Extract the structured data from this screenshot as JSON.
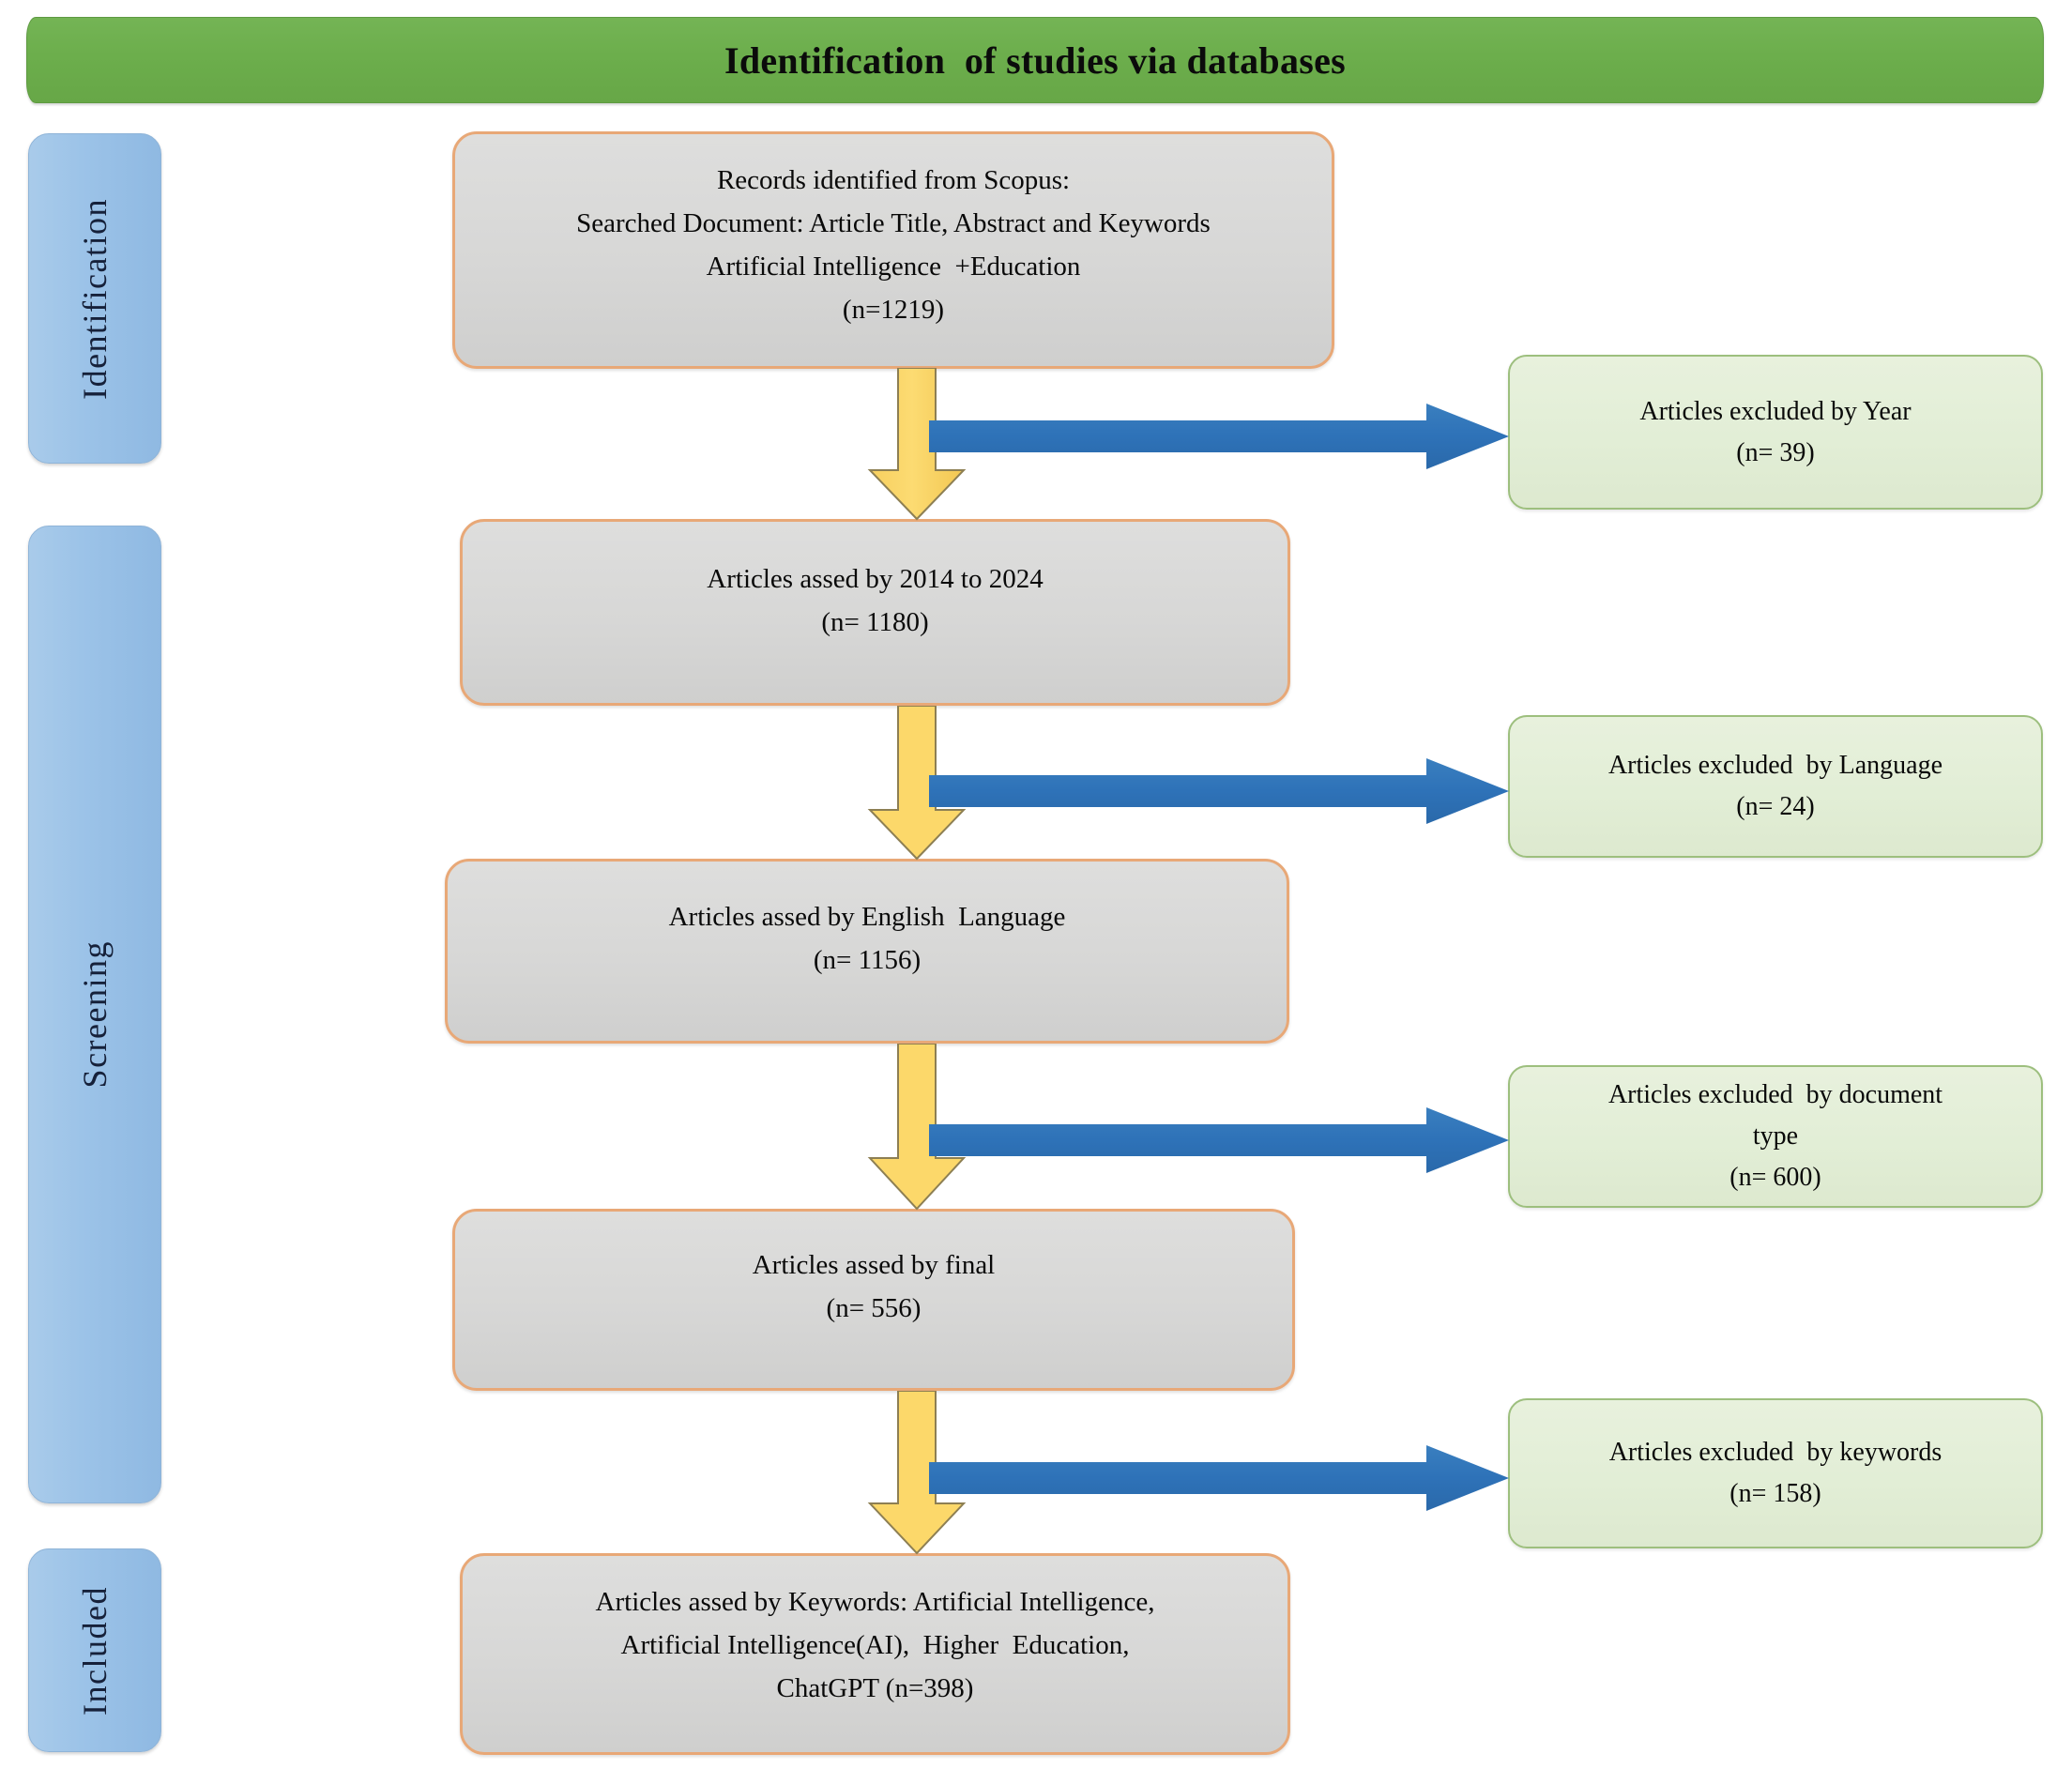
{
  "header": {
    "title": "Identification  of studies via databases",
    "color": "#6cae4c"
  },
  "colors": {
    "header_green": "#6cae4c",
    "stage_blue": "#9cc3e8",
    "process_grey": "#d7d7d6",
    "process_border_orange": "#e8a877",
    "exclusion_green_fill": "#e2eed6",
    "exclusion_green_border": "#9dbf7e",
    "arrow_yellow": "#fcd86a",
    "arrow_blue": "#2e72b8"
  },
  "stages": [
    {
      "label": "Identification",
      "name": "stage-identification"
    },
    {
      "label": "Screening",
      "name": "stage-screening"
    },
    {
      "label": "Included",
      "name": "stage-included"
    }
  ],
  "process_boxes": [
    {
      "name": "records-identified-box",
      "lines": [
        "Records identified from Scopus:",
        "Searched Document: Article Title, Abstract and Keywords",
        "Artificial Intelligence  +Education",
        "(n=1219)"
      ],
      "n": 1219
    },
    {
      "name": "articles-by-year-box",
      "lines": [
        "Articles assed by 2014 to 2024",
        "(n= 1180)"
      ],
      "n": 1180
    },
    {
      "name": "articles-by-english-language-box",
      "lines": [
        "Articles assed by English  Language",
        "(n= 1156)"
      ],
      "n": 1156
    },
    {
      "name": "articles-final-box",
      "lines": [
        "Articles assed by final",
        "(n= 556)"
      ],
      "n": 556
    },
    {
      "name": "articles-by-keywords-box",
      "lines": [
        "Articles assed by Keywords: Artificial Intelligence,",
        "Artificial Intelligence(AI),  Higher  Education,",
        "ChatGPT (n=398)"
      ],
      "n": 398
    }
  ],
  "exclusion_boxes": [
    {
      "name": "excluded-by-year-box",
      "lines": [
        "Articles excluded by Year",
        "(n= 39)"
      ],
      "n": 39
    },
    {
      "name": "excluded-by-language-box",
      "lines": [
        "Articles excluded  by Language",
        "(n= 24)"
      ],
      "n": 24
    },
    {
      "name": "excluded-by-document-type-box",
      "lines": [
        "Articles excluded  by document",
        "type",
        "(n= 600)"
      ],
      "n": 600
    },
    {
      "name": "excluded-by-keywords-box",
      "lines": [
        "Articles excluded  by keywords",
        "(n= 158)"
      ],
      "n": 158
    }
  ],
  "chart_data": {
    "type": "diagram",
    "title": "Identification  of studies via databases",
    "flow": [
      {
        "step": "Records identified from Scopus",
        "n": 1219
      },
      {
        "step": "Articles assed by 2014 to 2024",
        "n": 1180,
        "excluded_label": "Articles excluded by Year",
        "excluded_n": 39
      },
      {
        "step": "Articles assed by English  Language",
        "n": 1156,
        "excluded_label": "Articles excluded  by Language",
        "excluded_n": 24
      },
      {
        "step": "Articles assed by final",
        "n": 556,
        "excluded_label": "Articles excluded  by document type",
        "excluded_n": 600
      },
      {
        "step": "Articles assed by Keywords: Artificial Intelligence, Artificial Intelligence(AI),  Higher  Education, ChatGPT",
        "n": 398,
        "excluded_label": "Articles excluded  by keywords",
        "excluded_n": 158
      }
    ]
  }
}
